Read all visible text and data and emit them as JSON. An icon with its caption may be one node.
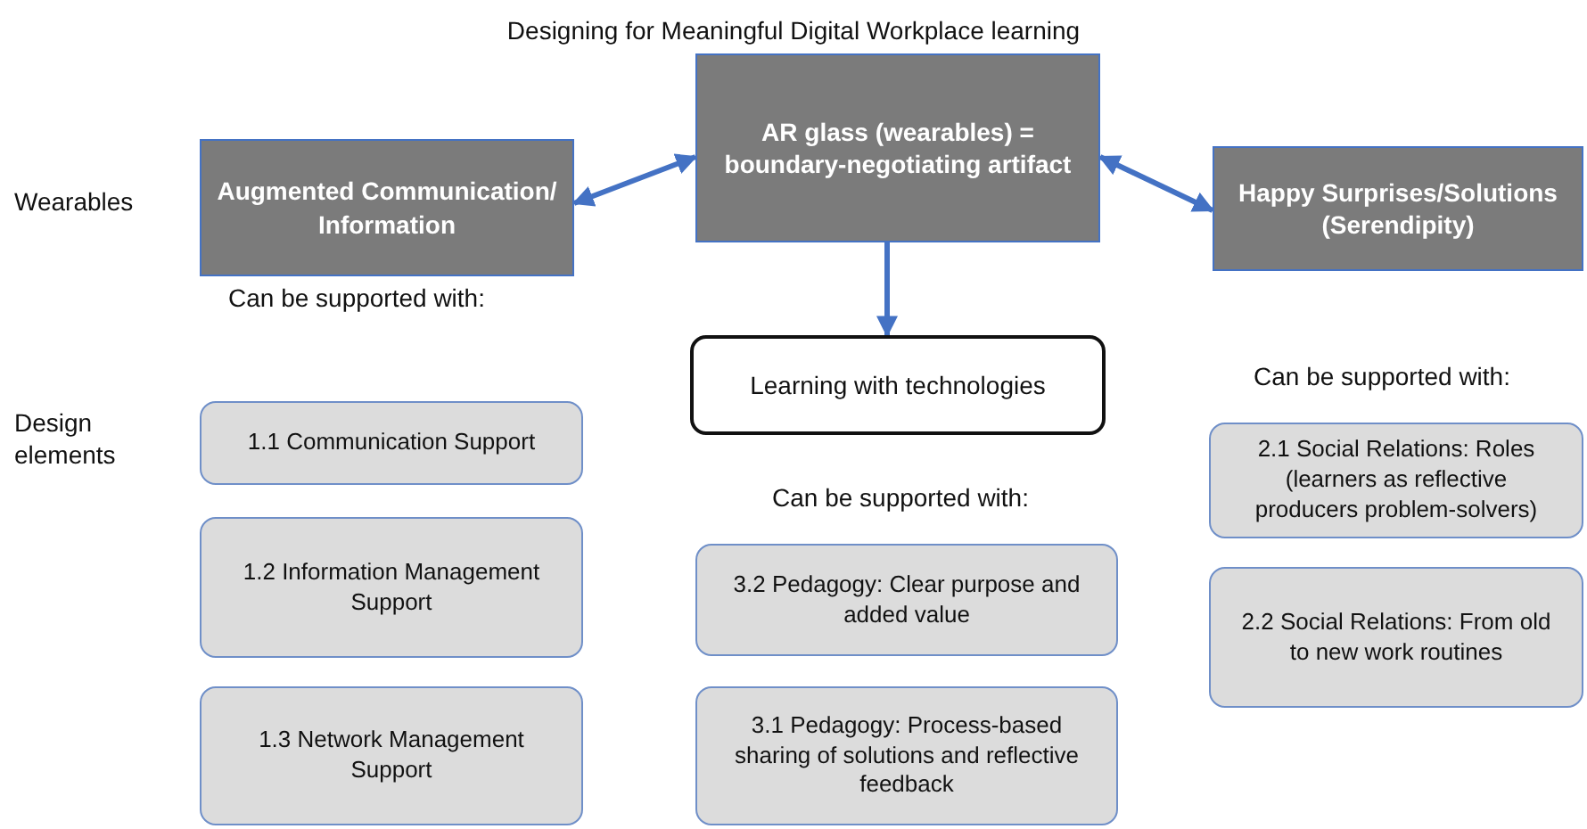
{
  "diagram": {
    "title": "Designing for Meaningful Digital Workplace learning",
    "nodes": [
      {
        "text": [
          "AR glass (wearables) = boundary-negotiating artifact"
        ]
      },
      {
        "text": [
          "Augmented Communication/ Information"
        ]
      },
      {
        "text": [
          "Happy Surprises/Solutions (Serendipity)"
        ]
      },
      {
        "text": [
          "Learning with technologies"
        ]
      },
      {
        "text": [
          "1.1 Communication Support"
        ]
      },
      {
        "text": [
          "1.2 Information Management Support"
        ]
      },
      {
        "text": [
          "1.3 Network Management Support"
        ]
      },
      {
        "text": [
          "3.2 Pedagogy: Clear purpose and added value"
        ]
      },
      {
        "text": [
          "3.1 Pedagogy: Process-based sharing of solutions and reflective feedback"
        ]
      },
      {
        "text": [
          "2.1 Social Relations: Roles (learners as reflective producers problem-solvers)"
        ]
      },
      {
        "text": [
          "2.2 Social Relations: From old to new work routines"
        ]
      }
    ],
    "edges": [
      {
        "from": 0,
        "to": 1,
        "arrow": "both"
      },
      {
        "from": 0,
        "to": 2,
        "arrow": "both"
      },
      {
        "from": 0,
        "to": 3,
        "arrow": "to"
      }
    ],
    "labels": [
      "Wearables",
      "Can be supported with:",
      "Can be supported with:",
      "Design elements",
      "Can be supported with:"
    ]
  }
}
